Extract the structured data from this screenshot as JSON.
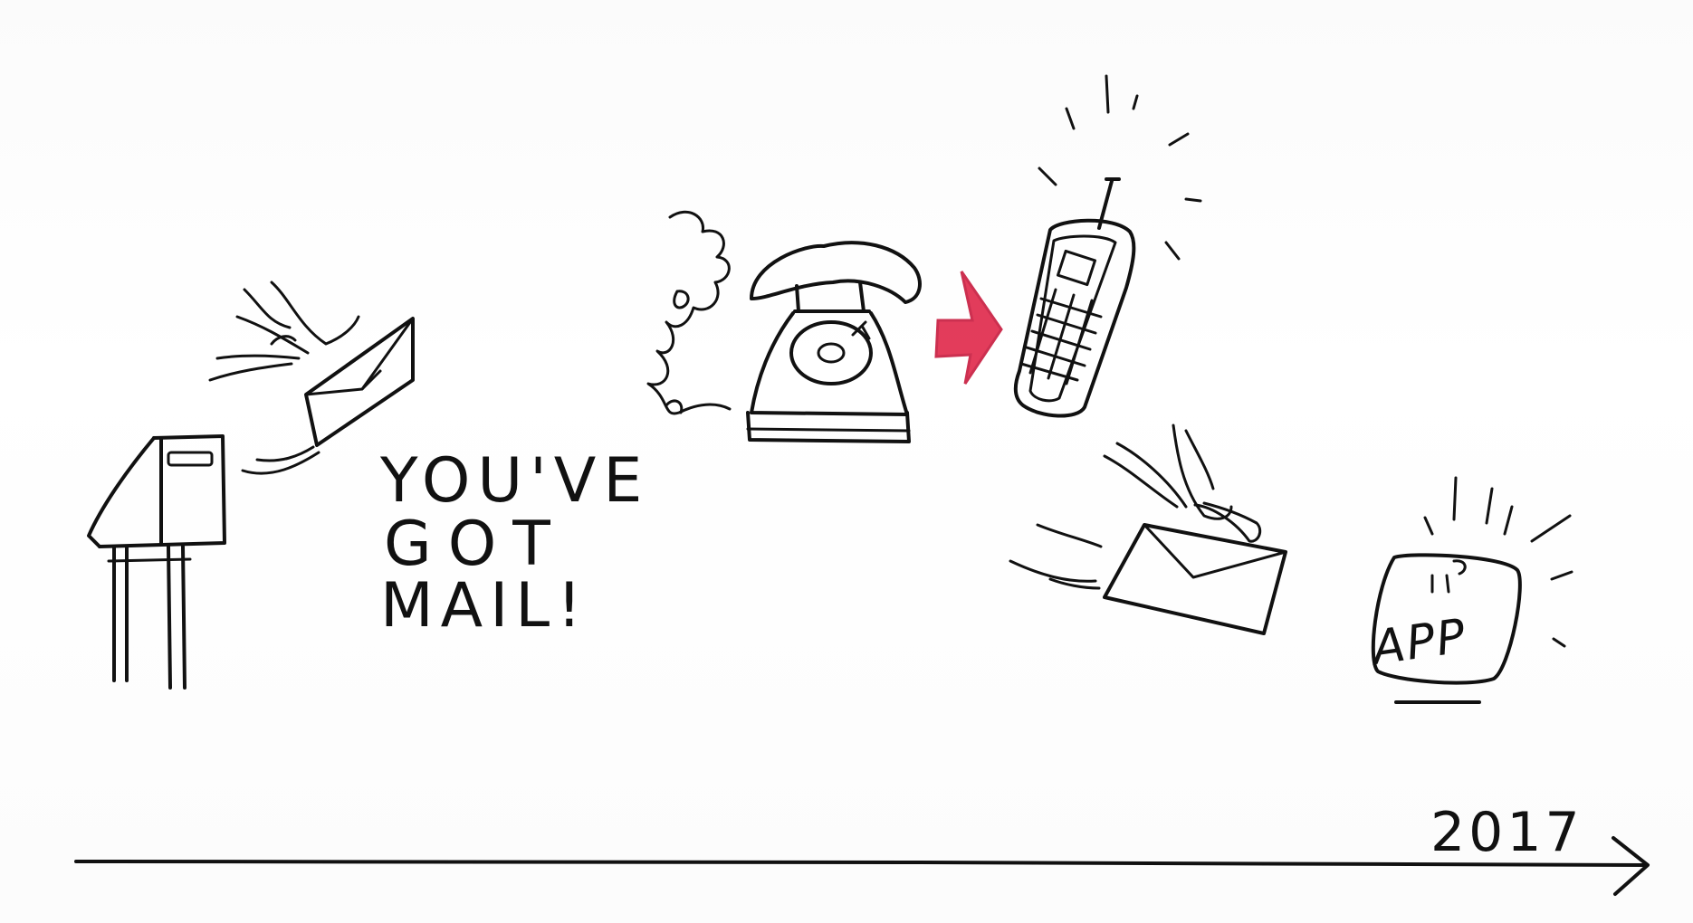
{
  "drawing": {
    "mail_text": [
      "YOU'VE",
      "GOT",
      "MAIL!"
    ],
    "app_label": "APP",
    "year_label": "2017",
    "arrow_color": "#e0284a"
  }
}
